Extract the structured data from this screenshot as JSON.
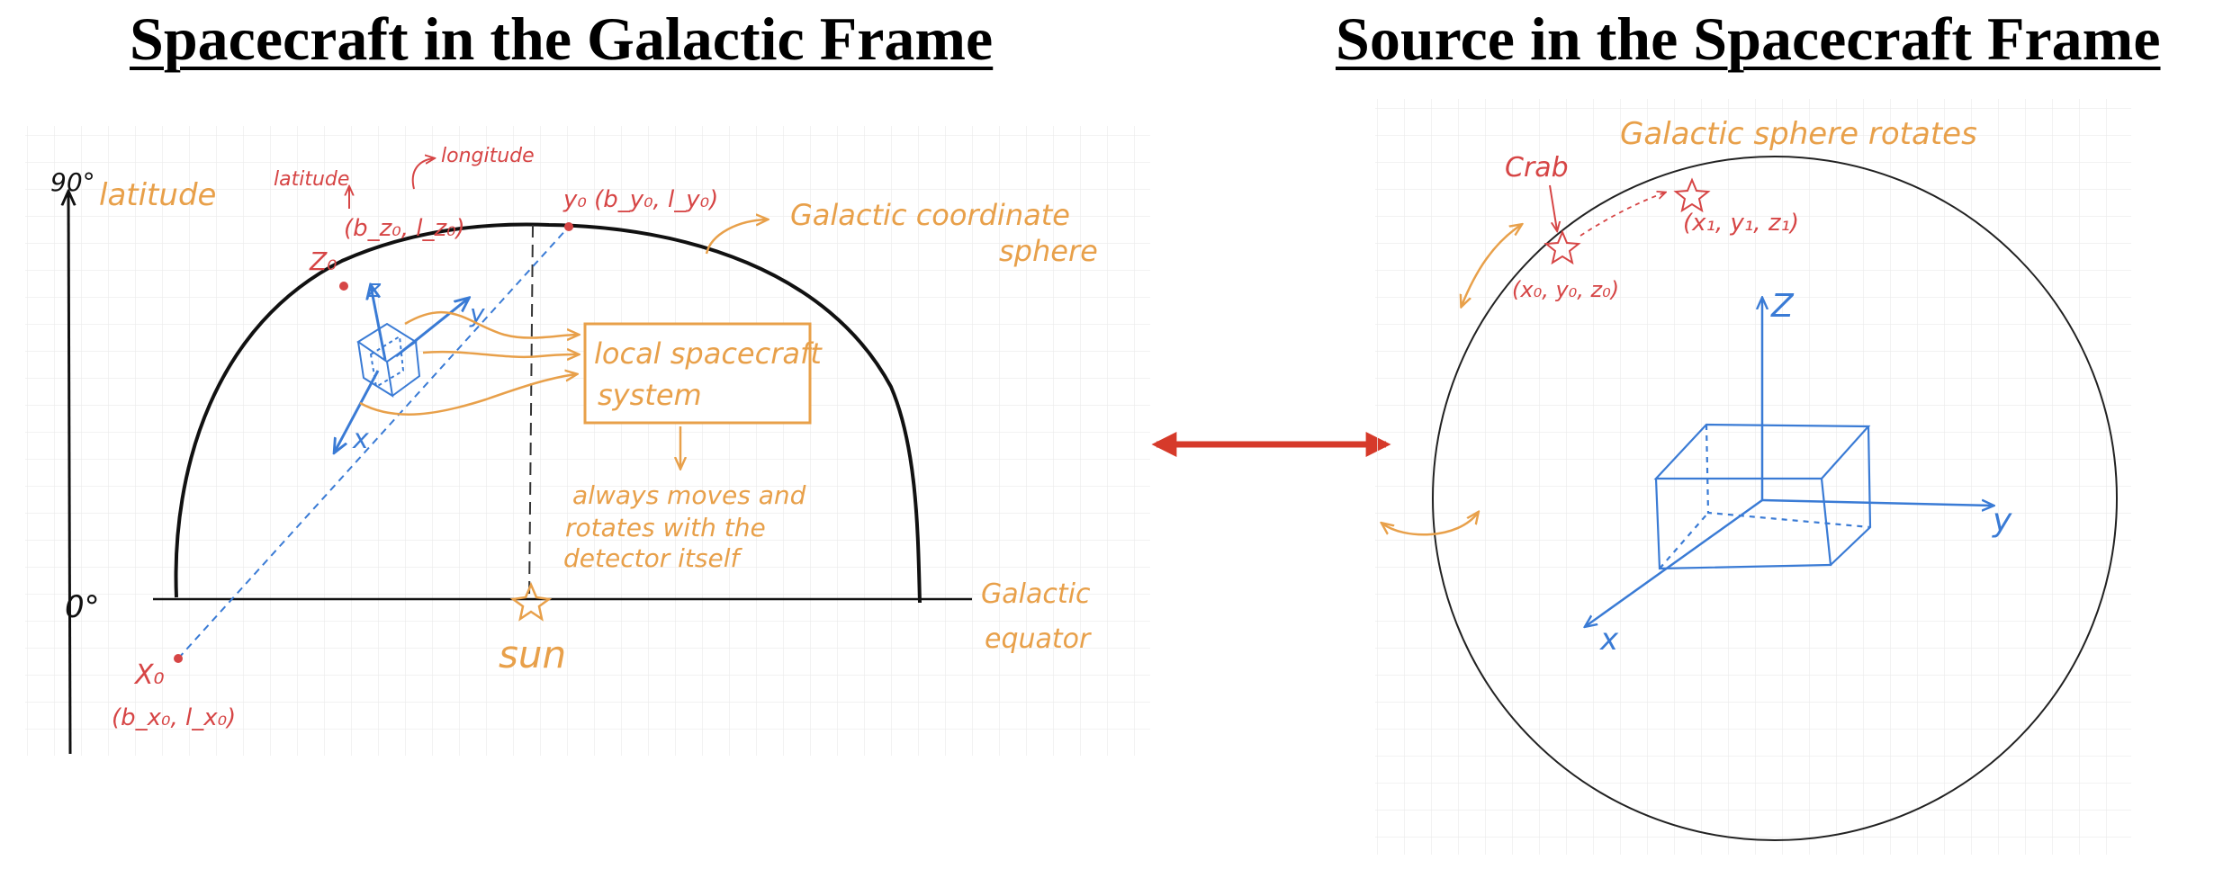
{
  "titles": {
    "left": "Spacecraft in the Galactic Frame",
    "right": "Source in the Spacecraft Frame"
  },
  "left_panel": {
    "lat_90": "90°",
    "latitude": "latitude",
    "lat_0": "0°",
    "arrow_latitude": "latitude",
    "arrow_longitude": "longitude",
    "z0_name": "Z₀",
    "z0_coords": "(b_z₀, l_z₀)",
    "y0_label": "y₀ (b_y₀, l_y₀)",
    "x0_name": "X₀",
    "x0_coords": "(b_x₀, l_x₀)",
    "sphere_label_1": "Galactic coordinate",
    "sphere_label_2": "sphere",
    "box_line_1": "local spacecraft",
    "box_line_2": "system",
    "note_1": "always moves and",
    "note_2": "rotates with the",
    "note_3": "detector itself",
    "sun": "sun",
    "equator_1": "Galactic",
    "equator_2": "equator",
    "axis_z": "z",
    "axis_y": "y",
    "axis_x": "x"
  },
  "right_panel": {
    "rotates": "Galactic sphere rotates",
    "crab": "Crab",
    "p0": "(x₀, y₀, z₀)",
    "p1": "(x₁, y₁, z₁)",
    "axis_z": "Z",
    "axis_y": "y",
    "axis_x": "x"
  },
  "colors": {
    "orange": "#E8A04A",
    "red": "#D64545",
    "blue": "#3A7BD5",
    "arrow": "#D63A2A",
    "grid": "#EDEDED"
  }
}
